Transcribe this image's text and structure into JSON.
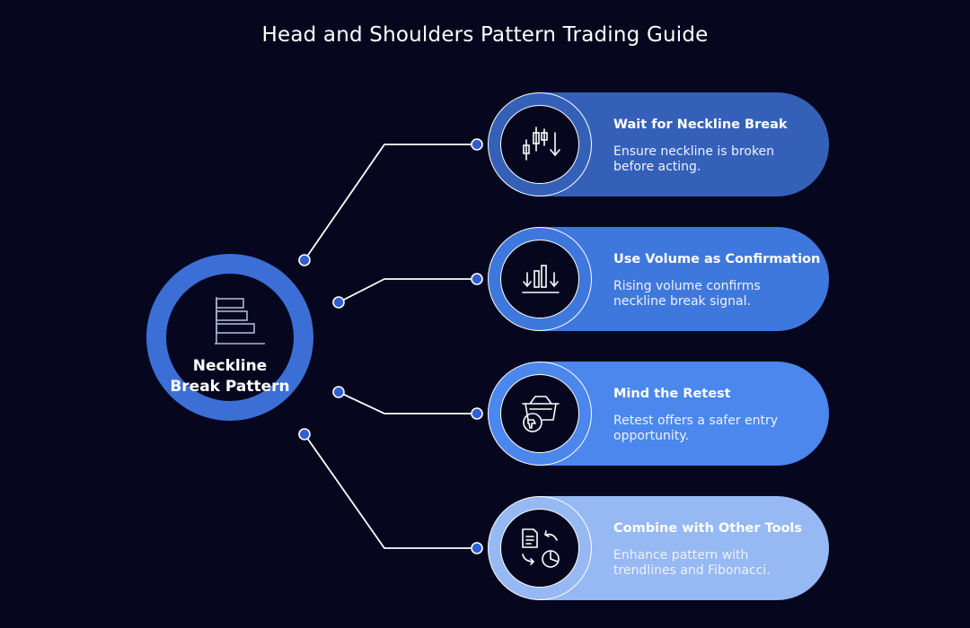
{
  "title": "Head and Shoulders Pattern Trading Guide",
  "hub": {
    "label": "Neckline Break Pattern",
    "icon": "horizontal-bar-chart-icon"
  },
  "steps": [
    {
      "title": "Wait for Neckline Break",
      "desc": "Ensure neckline is broken before acting.",
      "icon": "candlestick-down-icon",
      "color": "#3560b8"
    },
    {
      "title": "Use Volume as Confirmation",
      "desc": "Rising volume confirms neckline break signal.",
      "icon": "volume-bars-icon",
      "color": "#3f78dc"
    },
    {
      "title": "Mind the Retest",
      "desc": "Retest offers a safer entry opportunity.",
      "icon": "basket-thumbs-down-icon",
      "color": "#4b87ec"
    },
    {
      "title": "Combine with Other Tools",
      "desc": "Enhance pattern with trendlines and Fibonacci.",
      "icon": "document-pie-exchange-icon",
      "color": "#96b8f3"
    }
  ],
  "colors": {
    "background": "#06071f",
    "hub_ring": "#3c6fd6",
    "connector": "#ffffff",
    "node": "#2f5fd0"
  }
}
